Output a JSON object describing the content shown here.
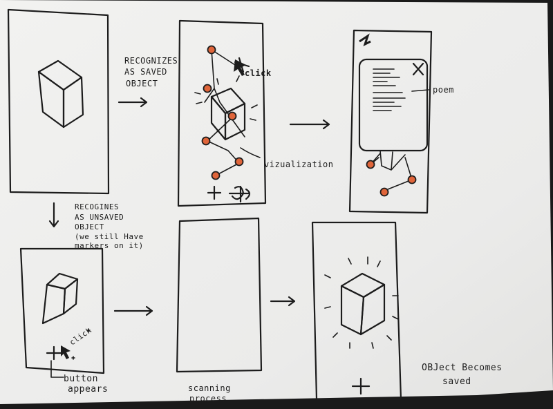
{
  "annotations": {
    "recognizes_saved_line1": "RECOGNIZES",
    "recognizes_saved_line2": "AS SAVED",
    "recognizes_saved_line3": "OBJECT",
    "click_top": "click",
    "visualization": "vizualization",
    "poem": "poem",
    "recognizes_unsaved_line1": "RECOGINES",
    "recognizes_unsaved_line2": "AS UNSAVED",
    "recognizes_unsaved_line3": "OBJECT",
    "recognizes_unsaved_line4": "(we still Have",
    "recognizes_unsaved_line5": "markers on it)",
    "click_bottom": "click",
    "button_appears_line1": "button",
    "button_appears_line2": "appears",
    "scanning_line1": "scanning",
    "scanning_line2": "process",
    "becomes_saved_line1": "OBJect Becomes",
    "becomes_saved_line2": "saved"
  },
  "colors": {
    "paper": "#efefed",
    "ink": "#1c1c1c",
    "marker": "#e0653a",
    "background": "#1a1a1a"
  }
}
